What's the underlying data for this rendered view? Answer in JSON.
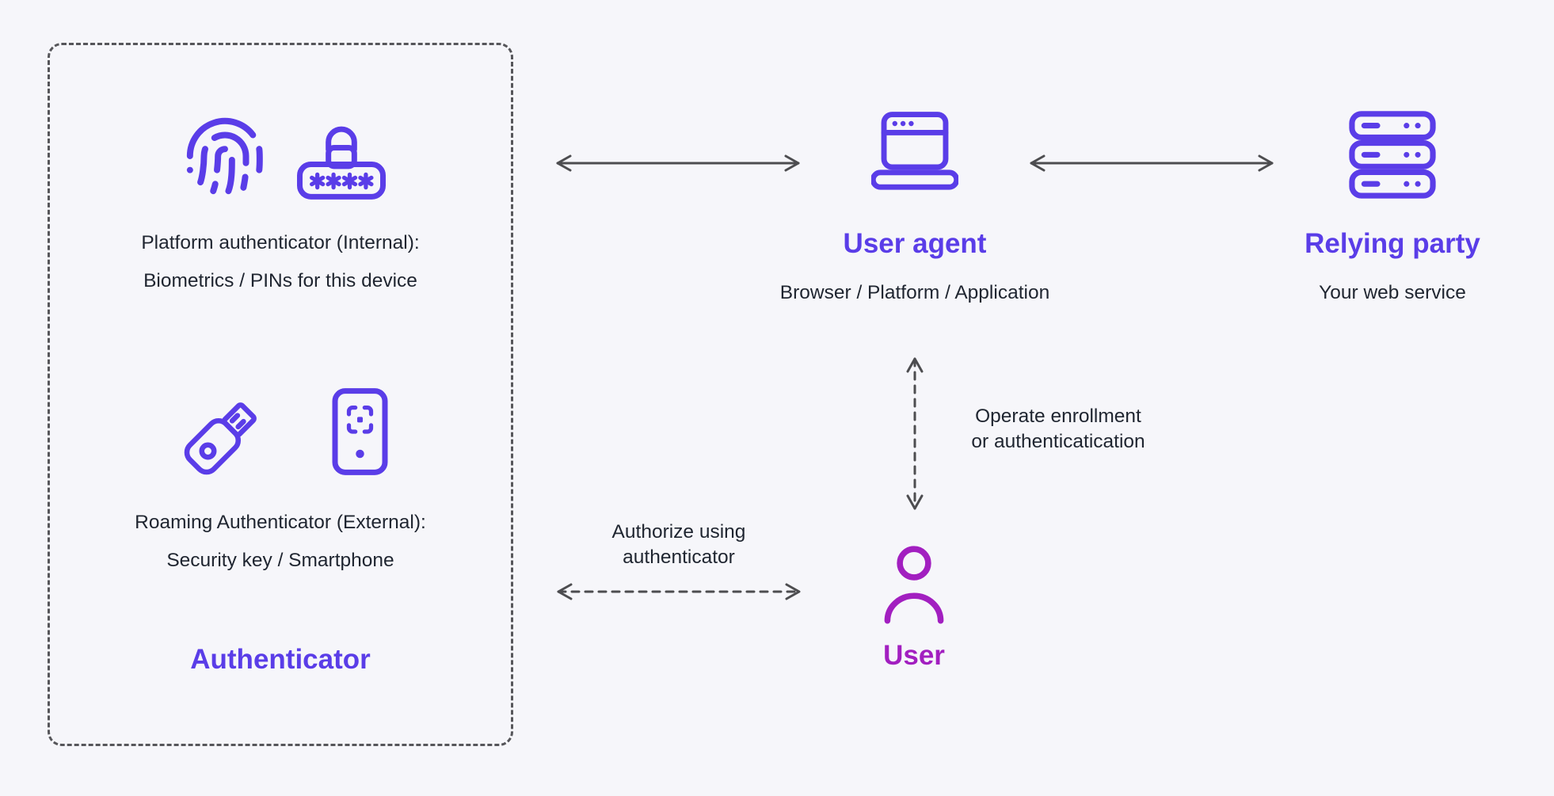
{
  "colors": {
    "background": "#f6f6fa",
    "indigo": "#5a3de8",
    "magenta": "#a21fc0",
    "arrow": "#4d4d50",
    "text": "#1f2530",
    "box-border": "#56565a"
  },
  "authenticator": {
    "title": "Authenticator",
    "platform_line1": "Platform authenticator (Internal):",
    "platform_line2": "Biometrics / PINs for this device",
    "roaming_line1": "Roaming Authenticator (External):",
    "roaming_line2": "Security key / Smartphone",
    "icons": [
      "fingerprint-icon",
      "pin-lock-icon",
      "usb-security-key-icon",
      "smartphone-icon"
    ]
  },
  "user_agent": {
    "title": "User agent",
    "subtitle": "Browser / Platform / Application",
    "icon": "browser-icon"
  },
  "relying_party": {
    "title": "Relying party",
    "subtitle": "Your web service",
    "icon": "server-icon"
  },
  "user": {
    "title": "User",
    "icon": "user-icon"
  },
  "connections": {
    "authenticator_user_agent": {
      "style": "solid",
      "label": ""
    },
    "user_agent_relying_party": {
      "style": "solid",
      "label": ""
    },
    "user_agent_user": {
      "style": "dashed",
      "label_line1": "Operate enrollment",
      "label_line2": "or authenticatication"
    },
    "authenticator_user": {
      "style": "dashed",
      "label_line1": "Authorize using",
      "label_line2": "authenticator"
    }
  }
}
